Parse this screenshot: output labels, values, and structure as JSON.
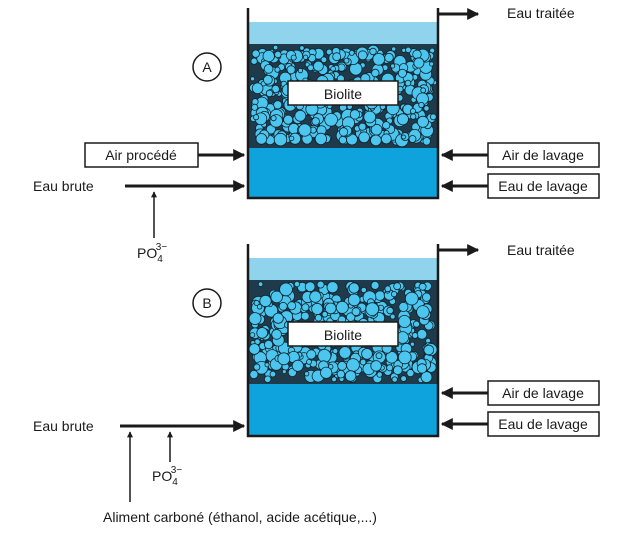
{
  "colors": {
    "water_top": "#8fd3ec",
    "water_bottom": "#0ea3dd",
    "media_bg": "#1f3a4a",
    "bead": "#4cc6ee",
    "bead_stroke": "#0d2430",
    "line": "#1a1a1a",
    "box": "#ffffff"
  },
  "unit_a": {
    "label": "A",
    "media": "Biolite",
    "outlet": "Eau traitée",
    "air_process": "Air procédé",
    "air_wash": "Air de lavage",
    "water_wash": "Eau de lavage",
    "raw_water": "Eau brute",
    "dosing": {
      "base": "PO",
      "sub": "4",
      "sup": "3−"
    }
  },
  "unit_b": {
    "label": "B",
    "media": "Biolite",
    "outlet": "Eau traitée",
    "air_wash": "Air de lavage",
    "water_wash": "Eau de lavage",
    "raw_water": "Eau brute",
    "dosing": {
      "base": "PO",
      "sub": "4",
      "sup": "3−"
    },
    "carbon_feed": "Aliment carboné (éthanol, acide acétique,...)"
  }
}
